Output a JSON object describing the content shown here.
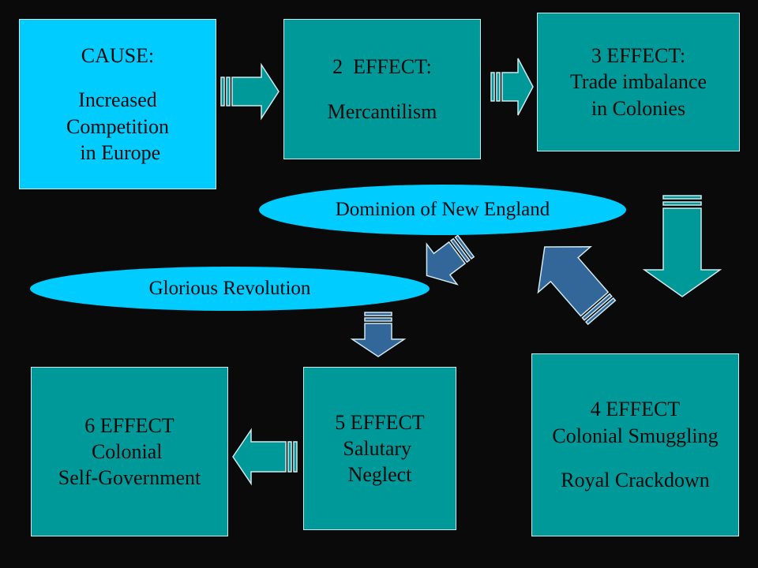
{
  "boxes": {
    "cause": {
      "lines": [
        "CAUSE:",
        "",
        "Increased",
        "Competition",
        " in Europe"
      ],
      "color": "#00ccff"
    },
    "effect2": {
      "lines": [
        "2  EFFECT:",
        "",
        "Mercantilism"
      ],
      "color": "#009999"
    },
    "effect3": {
      "lines": [
        "3 EFFECT:",
        "Trade imbalance",
        "in Colonies"
      ],
      "color": "#009999"
    },
    "effect4": {
      "lines": [
        "4 EFFECT",
        "Colonial Smuggling",
        "",
        "Royal Crackdown"
      ],
      "color": "#009999"
    },
    "effect5": {
      "lines": [
        "5 EFFECT",
        "Salutary ",
        "Neglect"
      ],
      "color": "#009999"
    },
    "effect6": {
      "lines": [
        "6 EFFECT",
        "Colonial ",
        "Self-Government"
      ],
      "color": "#009999"
    }
  },
  "ovals": {
    "dominion": "Dominion of New England",
    "glorious": "Glorious Revolution"
  },
  "arrow_colors": {
    "teal": "#009999",
    "blue": "#336699"
  }
}
